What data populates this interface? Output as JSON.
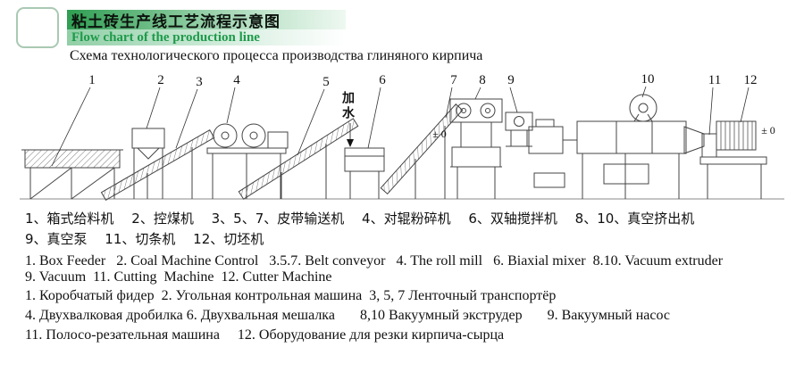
{
  "header": {
    "title_zh": "粘土砖生产线工艺流程示意图",
    "title_en": "Flow chart of the production line",
    "title_ru": "Схема технологического процесса производства глиняного кирпича"
  },
  "diagram": {
    "numbers": [
      "1",
      "2",
      "3",
      "4",
      "5",
      "6",
      "7",
      "8",
      "9",
      "10",
      "11",
      "12"
    ],
    "water_label": "加水",
    "level_label": "± 0"
  },
  "legend": {
    "zh_line1": "1、箱式给料机　 2、控煤机　 3、5、7、皮带输送机　 4、对辊粉碎机　 6、双轴搅拌机　 8、10、真空挤出机",
    "zh_line2": "9、真空泵　 11、切条机　 12、切坯机",
    "en_line1": "1. Box Feeder   2. Coal Machine Control   3.5.7. Belt conveyor   4. The roll mill   6. Biaxial mixer  8.10. Vacuum extruder",
    "en_line2": "9. Vacuum  11. Cutting  Machine  12. Cutter Machine",
    "ru_line1": "1. Коробчатый фидер  2. Угольная контрольная машина  3, 5, 7 Ленточный транспортёр",
    "ru_line2": "4. Двухвалковая дробилка 6. Двухвальная мешалка       8,10 Вакуумный экструдер       9. Вакуумный насос",
    "ru_line3": "11. Полосо-резательная машина     12. Оборудование для резки кирпича-сырца"
  }
}
